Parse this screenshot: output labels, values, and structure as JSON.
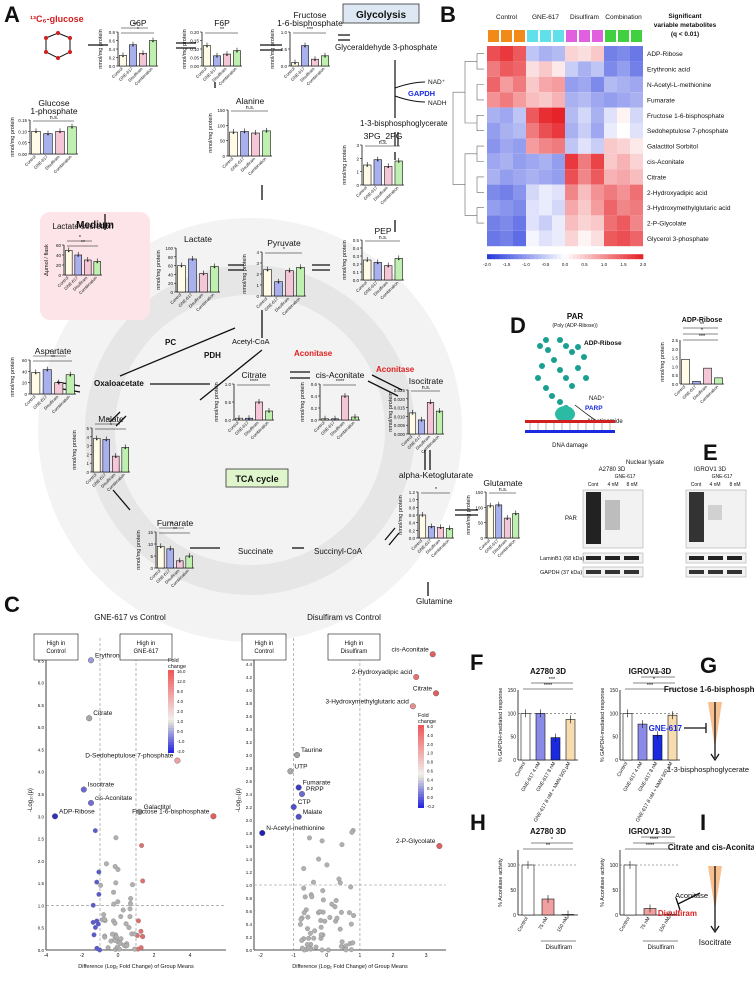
{
  "panels": {
    "A": {
      "letter": "A",
      "glucose_label": "¹³C₆-glucose",
      "metabolites": [
        {
          "name": "G6P",
          "values": [
            0.25,
            0.5,
            0.3,
            0.6
          ],
          "ymax": 0.8,
          "ticks": [
            "0.0",
            "0.2",
            "0.4",
            "0.6",
            "0.8"
          ],
          "sig": [
            "*",
            "**"
          ]
        },
        {
          "name": "F6P",
          "values": [
            0.12,
            0.06,
            0.07,
            0.09
          ],
          "ymax": 0.2,
          "ticks": [
            "0.00",
            "0.05",
            "0.10",
            "0.15",
            "0.20"
          ],
          "sig": [
            "**"
          ]
        },
        {
          "name": "Fructose 1-6-bisphosphate",
          "values": [
            0.1,
            0.6,
            0.2,
            0.3
          ],
          "ymax": 1.0,
          "ticks": [
            "0.0",
            "0.5",
            "1.0"
          ],
          "sig": [
            "***"
          ]
        },
        {
          "name": "Glucose 1-phosphate",
          "values": [
            0.1,
            0.09,
            0.1,
            0.12
          ],
          "ymax": 0.15,
          "ticks": [
            "0.00",
            "0.05",
            "0.10",
            "0.15"
          ],
          "sig": [
            "n.s."
          ]
        },
        {
          "name": "Alanine",
          "values": [
            78,
            80,
            75,
            82
          ],
          "ymax": 150,
          "ticks": [
            "0",
            "50",
            "100",
            "150"
          ],
          "sig": [
            "n.s."
          ]
        },
        {
          "name": "3PG_2PG",
          "values": [
            1.5,
            1.9,
            1.4,
            1.8
          ],
          "ymax": 3,
          "ticks": [
            "0",
            "1",
            "2",
            "3"
          ],
          "sig": [
            "n.s."
          ]
        },
        {
          "name": "Lactate secretion",
          "values": [
            49,
            40,
            30,
            27
          ],
          "ymax": 60,
          "ticks": [
            "0",
            "20",
            "40",
            "60"
          ],
          "sig": [
            "**",
            "*"
          ]
        },
        {
          "name": "Lactate",
          "values": [
            60,
            75,
            42,
            58
          ],
          "ymax": 100,
          "ticks": [
            "0",
            "20",
            "40",
            "60",
            "80",
            "100"
          ],
          "sig": []
        },
        {
          "name": "Pyruvate",
          "values": [
            2.4,
            1.3,
            2.3,
            2.6
          ],
          "ymax": 4,
          "ticks": [
            "0",
            "1",
            "2",
            "3",
            "4"
          ],
          "sig": [
            "*"
          ]
        },
        {
          "name": "PEP",
          "values": [
            0.25,
            0.22,
            0.18,
            0.27
          ],
          "ymax": 0.5,
          "ticks": [
            "0.0",
            "0.1",
            "0.2",
            "0.3",
            "0.4",
            "0.5"
          ],
          "sig": [
            "n.s."
          ]
        },
        {
          "name": "Aspartate",
          "values": [
            38,
            43,
            20,
            34
          ],
          "ymax": 60,
          "ticks": [
            "0",
            "20",
            "40",
            "60"
          ],
          "sig": [
            "**",
            "*"
          ]
        },
        {
          "name": "Citrate",
          "values": [
            0.05,
            0.05,
            0.5,
            0.25
          ],
          "ymax": 1.0,
          "ticks": [
            "0.0",
            "0.5",
            "1.0"
          ],
          "sig": [
            "****"
          ]
        },
        {
          "name": "cis-Aconitate",
          "values": [
            0.02,
            0.02,
            0.4,
            0.05
          ],
          "ymax": 0.6,
          "ticks": [
            "0.0",
            "0.2",
            "0.4",
            "0.6"
          ],
          "sig": [
            "****"
          ]
        },
        {
          "name": "Isocitrate",
          "values": [
            0.012,
            0.008,
            0.018,
            0.013
          ],
          "ymax": 0.025,
          "ticks": [
            "0.000",
            "0.005",
            "0.010",
            "0.015",
            "0.020",
            "0.025"
          ],
          "sig": [
            "n.s."
          ]
        },
        {
          "name": "Malate",
          "values": [
            3.8,
            3.7,
            1.8,
            2.8
          ],
          "ymax": 5,
          "ticks": [
            "0",
            "1",
            "2",
            "3",
            "4",
            "5"
          ],
          "sig": [
            "*",
            "**"
          ]
        },
        {
          "name": "Fumarate",
          "values": [
            9,
            8,
            3,
            5
          ],
          "ymax": 15,
          "ticks": [
            "0",
            "5",
            "10",
            "15"
          ],
          "sig": [
            "**",
            "*"
          ]
        },
        {
          "name": "alpha-Ketoglutarate",
          "values": [
            0.6,
            0.3,
            0.28,
            0.25
          ],
          "ymax": 1.2,
          "ticks": [
            "0.0",
            "0.2",
            "0.4",
            "0.6",
            "0.8",
            "1.0",
            "1.2"
          ],
          "sig": [
            "*"
          ]
        },
        {
          "name": "Glutamate",
          "values": [
            105,
            108,
            65,
            80
          ],
          "ymax": 150,
          "ticks": [
            "0",
            "50",
            "100",
            "150"
          ],
          "sig": [
            "n.s."
          ]
        }
      ],
      "x_categories": [
        "Control",
        "GNE-617",
        "Disulfiram",
        "Combination"
      ],
      "y_label": "nmol/mg protein",
      "lactate_y_label": "Δμmol / flask",
      "medium_title": "Medium",
      "glycolysis_label": "Glycolysis",
      "tca_label": "TCA cycle",
      "labels": {
        "glyceraldehyde": "Glyceraldehyde 3-phosphate",
        "bpg": "1-3-bisphosphoglycerate",
        "nad": "NAD⁺",
        "gapdh": "GAPDH",
        "nadh": "NADH",
        "acetylcoa": "Acetyl-CoA",
        "pdh": "PDH",
        "pc": "PC",
        "oxaloacetate": "Oxaloacetate",
        "aconitase1": "Aconitase",
        "aconitase2": "Aconitase",
        "succinate": "Succinate",
        "succinylcoa": "Succinyl-CoA",
        "glutamine": "Glutamine"
      }
    },
    "B": {
      "letter": "B",
      "groups": [
        "Control",
        "GNE-617",
        "Disulfiram",
        "Combination"
      ],
      "group_colors": [
        "#f28a1a",
        "#60e0e8",
        "#e060e0",
        "#40d040"
      ],
      "title": "Significant variable metabolites (q < 0.01)",
      "rows": [
        "ADP-Ribose",
        "Erythronic acid",
        "N-Acetyl-L-methionine",
        "Fumarate",
        "Fructose 1-6-bisphosphate",
        "Sedoheptulose 7-phosphate",
        "Galactitol Sorbitol",
        "cis-Aconitate",
        "Citrate",
        "2-Hydroxyadipic acid",
        "3-Hydroxymethylglutaric acid",
        "2-P-Glycolate",
        "Glycerol 3-phosphate"
      ],
      "matrix": [
        [
          1.6,
          1.8,
          1.5,
          -0.6,
          -0.8,
          -0.7,
          0.4,
          0.3,
          0.5,
          -1.3,
          -1.2,
          -1.4
        ],
        [
          1.2,
          1.5,
          1.4,
          0.3,
          0.5,
          0.2,
          -0.5,
          -0.8,
          -0.6,
          -1.2,
          -1.0,
          -1.3
        ],
        [
          1.4,
          0.9,
          1.2,
          0.5,
          0.8,
          0.9,
          -1.0,
          -0.9,
          -1.2,
          -0.7,
          -0.8,
          -0.9
        ],
        [
          1.0,
          1.2,
          0.9,
          0.6,
          0.5,
          0.7,
          -0.8,
          -0.7,
          -0.9,
          -1.0,
          -0.9,
          -0.8
        ],
        [
          -0.8,
          -0.9,
          -0.6,
          1.5,
          1.9,
          2.0,
          -0.7,
          -0.4,
          -0.8,
          -0.3,
          0.1,
          -0.4
        ],
        [
          -1.0,
          -0.8,
          -0.7,
          1.2,
          1.6,
          1.8,
          -0.8,
          -0.5,
          -0.9,
          -0.2,
          0.0,
          -0.3
        ],
        [
          -1.1,
          -0.9,
          -1.0,
          0.9,
          1.1,
          1.2,
          -0.6,
          -0.3,
          -0.5,
          0.5,
          0.4,
          0.2
        ],
        [
          -0.9,
          -0.8,
          -1.0,
          -0.9,
          -0.8,
          -1.0,
          1.8,
          1.2,
          1.7,
          0.5,
          0.7,
          0.4
        ],
        [
          -0.8,
          -1.0,
          -0.9,
          -0.8,
          -0.9,
          -1.0,
          1.6,
          1.1,
          1.5,
          0.7,
          0.8,
          0.6
        ],
        [
          -1.2,
          -1.3,
          -1.1,
          -0.4,
          -0.2,
          -0.3,
          1.1,
          0.6,
          1.0,
          1.2,
          1.0,
          1.3
        ],
        [
          -1.0,
          -1.1,
          -1.2,
          -0.3,
          -0.2,
          -0.4,
          0.8,
          0.5,
          0.9,
          1.4,
          1.1,
          1.2
        ],
        [
          -1.3,
          -1.2,
          -1.4,
          -0.3,
          -0.5,
          -0.2,
          0.6,
          0.4,
          0.5,
          1.3,
          1.5,
          1.1
        ],
        [
          -1.4,
          -1.3,
          -1.5,
          -0.1,
          -0.3,
          -0.2,
          0.4,
          0.1,
          0.3,
          1.5,
          1.6,
          1.4
        ]
      ],
      "scale_ticks": [
        "-2.0",
        "-1.5",
        "-1.0",
        "-0.5",
        "0.0",
        "0.5",
        "1.0",
        "1.5",
        "2.0"
      ]
    },
    "C": {
      "letter": "C",
      "plots": [
        {
          "title": "GNE-617 vs Control",
          "left_box": "High in Control",
          "right_box": "High in GNE-617",
          "xlim": [
            -4,
            6
          ],
          "xticks": [
            "-4",
            "-2",
            "0",
            "2",
            "4"
          ],
          "ylim": [
            0,
            7
          ],
          "yticks": [
            "0.0",
            "0.5",
            "1.0",
            "1.5",
            "2.0",
            "2.5",
            "3.0",
            "3.5",
            "4.0",
            "4.5",
            "5.0",
            "5.5",
            "6.0",
            "6.5"
          ],
          "scale_ticks": [
            "-2.0",
            "-1.0",
            "0.0",
            "1.0",
            "2.0",
            "4.0",
            "8.0",
            "12.0",
            "16.0"
          ],
          "labeled": [
            {
              "label": "Erythronic acid",
              "x": -1.5,
              "y": 6.5,
              "c": "#9a9adc"
            },
            {
              "label": "Citrate",
              "x": -1.6,
              "y": 5.2,
              "c": "#a8a8a8"
            },
            {
              "label": "D-Sedoheptulose 7-phosphate",
              "x": 3.3,
              "y": 4.25,
              "c": "#f0a0a0"
            },
            {
              "label": "Isocitrate",
              "x": -1.9,
              "y": 3.6,
              "c": "#6a6ad0"
            },
            {
              "label": "cis-Aconitate",
              "x": -1.5,
              "y": 3.3,
              "c": "#7070d8"
            },
            {
              "label": "Galactitol",
              "x": 1.2,
              "y": 3.1,
              "c": "#b0b0b0"
            },
            {
              "label": "ADP-Ribose",
              "x": -3.5,
              "y": 3.0,
              "c": "#3030c0"
            },
            {
              "label": "Fructose 1-6-bisphosphate",
              "x": 5.3,
              "y": 3.0,
              "c": "#e06060"
            }
          ]
        },
        {
          "title": "Disulfiram vs Control",
          "left_box": "High in Control",
          "right_box": "High in Disulfiram",
          "xlim": [
            -2.2,
            3.6
          ],
          "xticks": [
            "-2",
            "-1",
            "0",
            "1",
            "2",
            "3"
          ],
          "ylim": [
            0,
            4.8
          ],
          "yticks": [
            "0.0",
            "0.2",
            "0.4",
            "0.6",
            "0.8",
            "1.0",
            "1.2",
            "1.4",
            "1.6",
            "1.8",
            "2.0",
            "2.2",
            "2.4",
            "2.6",
            "2.8",
            "3.0",
            "3.2",
            "3.4",
            "3.6",
            "3.8",
            "4.0",
            "4.2",
            "4.4",
            "4.6"
          ],
          "scale_ticks": [
            "-0.2",
            "0.0",
            "0.2",
            "0.4",
            "0.6",
            "0.8",
            "1.0",
            "2.0",
            "4.0",
            "6.0"
          ],
          "labeled": [
            {
              "label": "cis-Aconitate",
              "x": 3.2,
              "y": 4.55,
              "c": "#e06060"
            },
            {
              "label": "2-Hydroxyadipic acid",
              "x": 2.7,
              "y": 4.2,
              "c": "#e87070"
            },
            {
              "label": "Citrate",
              "x": 3.3,
              "y": 3.95,
              "c": "#e06060"
            },
            {
              "label": "3-Hydroxymethylglutaric acid",
              "x": 2.6,
              "y": 3.75,
              "c": "#e89090"
            },
            {
              "label": "Taurine",
              "x": -0.9,
              "y": 3.0,
              "c": "#a0a0a0"
            },
            {
              "label": "UTP",
              "x": -1.1,
              "y": 2.75,
              "c": "#a8a8a8"
            },
            {
              "label": "Fumarate",
              "x": -0.85,
              "y": 2.5,
              "c": "#3a3ac8"
            },
            {
              "label": "PRPP",
              "x": -0.75,
              "y": 2.4,
              "c": "#6a6ad0"
            },
            {
              "label": "CTP",
              "x": -1.0,
              "y": 2.2,
              "c": "#5050cc"
            },
            {
              "label": "Malate",
              "x": -0.85,
              "y": 2.05,
              "c": "#5050cc"
            },
            {
              "label": "N-Acetyl-methionine",
              "x": -1.95,
              "y": 1.8,
              "c": "#2020b8"
            },
            {
              "label": "2-P-Glycolate",
              "x": 3.4,
              "y": 1.6,
              "c": "#e06060"
            }
          ]
        }
      ],
      "y_label": "-Log₁₀(p)",
      "x_label": "Difference (Log₂ Fold Change) of Group Means",
      "scale_title": "Fold change"
    },
    "D": {
      "letter": "D",
      "par_title": "PAR",
      "par_sub": "(Poly (ADP-Ribose))",
      "adp_label": "ADP-Ribose",
      "nad": "NAD⁺",
      "parp": "PARP",
      "nicotinamide": "Nicotinamide",
      "dna_damage": "DNA damage",
      "chart": {
        "name": "ADP-Ribose",
        "values": [
          1.4,
          0.15,
          0.9,
          0.35
        ],
        "ymax": 2.5,
        "ticks": [
          "0.0",
          "0.5",
          "1.0",
          "1.5",
          "2.0",
          "2.5"
        ],
        "sig": [
          "***",
          "*",
          "**"
        ]
      }
    },
    "E": {
      "letter": "E",
      "header": "Nuclear lysate",
      "cell_lines": [
        "A2780 3D",
        "IGROV1 3D"
      ],
      "sub": "GNE-617",
      "lanes": [
        "Cont",
        "4 nM",
        "8 nM"
      ],
      "bands": [
        "PAR",
        "LaminB1 (68 kDa)",
        "GAPDH (37 kDa)"
      ]
    },
    "F": {
      "letter": "F",
      "charts": [
        {
          "title": "A2780 3D",
          "values": [
            100,
            100,
            48,
            87
          ],
          "sig": [
            "****",
            "***"
          ]
        },
        {
          "title": "IGROV1 3D",
          "values": [
            100,
            77,
            53,
            96
          ],
          "sig": [
            "***",
            "*",
            "****"
          ]
        }
      ],
      "categories": [
        "Control",
        "GNE-617 4 nM",
        "GNE-617 8 nM",
        "GNE-617 8 nM + NMN 500 μM"
      ],
      "y_label": "% GAPDH-mediated response",
      "ticks": [
        "0",
        "50",
        "100",
        "150"
      ],
      "colors": [
        "#ffffff",
        "#8a8ae8",
        "#1a2ae0",
        "#f7dcb0"
      ]
    },
    "G": {
      "letter": "G",
      "top": "Fructose 1-6-bisphosphate",
      "bottom": "1-3-bisphosphoglycerate",
      "drug": "GNE-617"
    },
    "H": {
      "letter": "H",
      "charts": [
        {
          "title": "A2780 3D",
          "values": [
            100,
            32,
            1
          ],
          "sig": [
            "**",
            "*"
          ]
        },
        {
          "title": "IGROV1 3D",
          "values": [
            100,
            13,
            1
          ],
          "sig": [
            "****",
            "****",
            "**"
          ]
        }
      ],
      "categories": [
        "Control",
        "75 nM",
        "150 nM"
      ],
      "group_label": "Disulfiram",
      "y_label": "% Aconitase activity",
      "ticks": [
        "0",
        "50",
        "100"
      ],
      "colors": [
        "#ffffff",
        "#f0a0a0",
        "#f0a0a0"
      ]
    },
    "I": {
      "letter": "I",
      "top": "Citrate and cis-Aconitate",
      "enzyme": "Aconitase",
      "drug": "Disulfiram",
      "bottom": "Isocitrate"
    }
  }
}
